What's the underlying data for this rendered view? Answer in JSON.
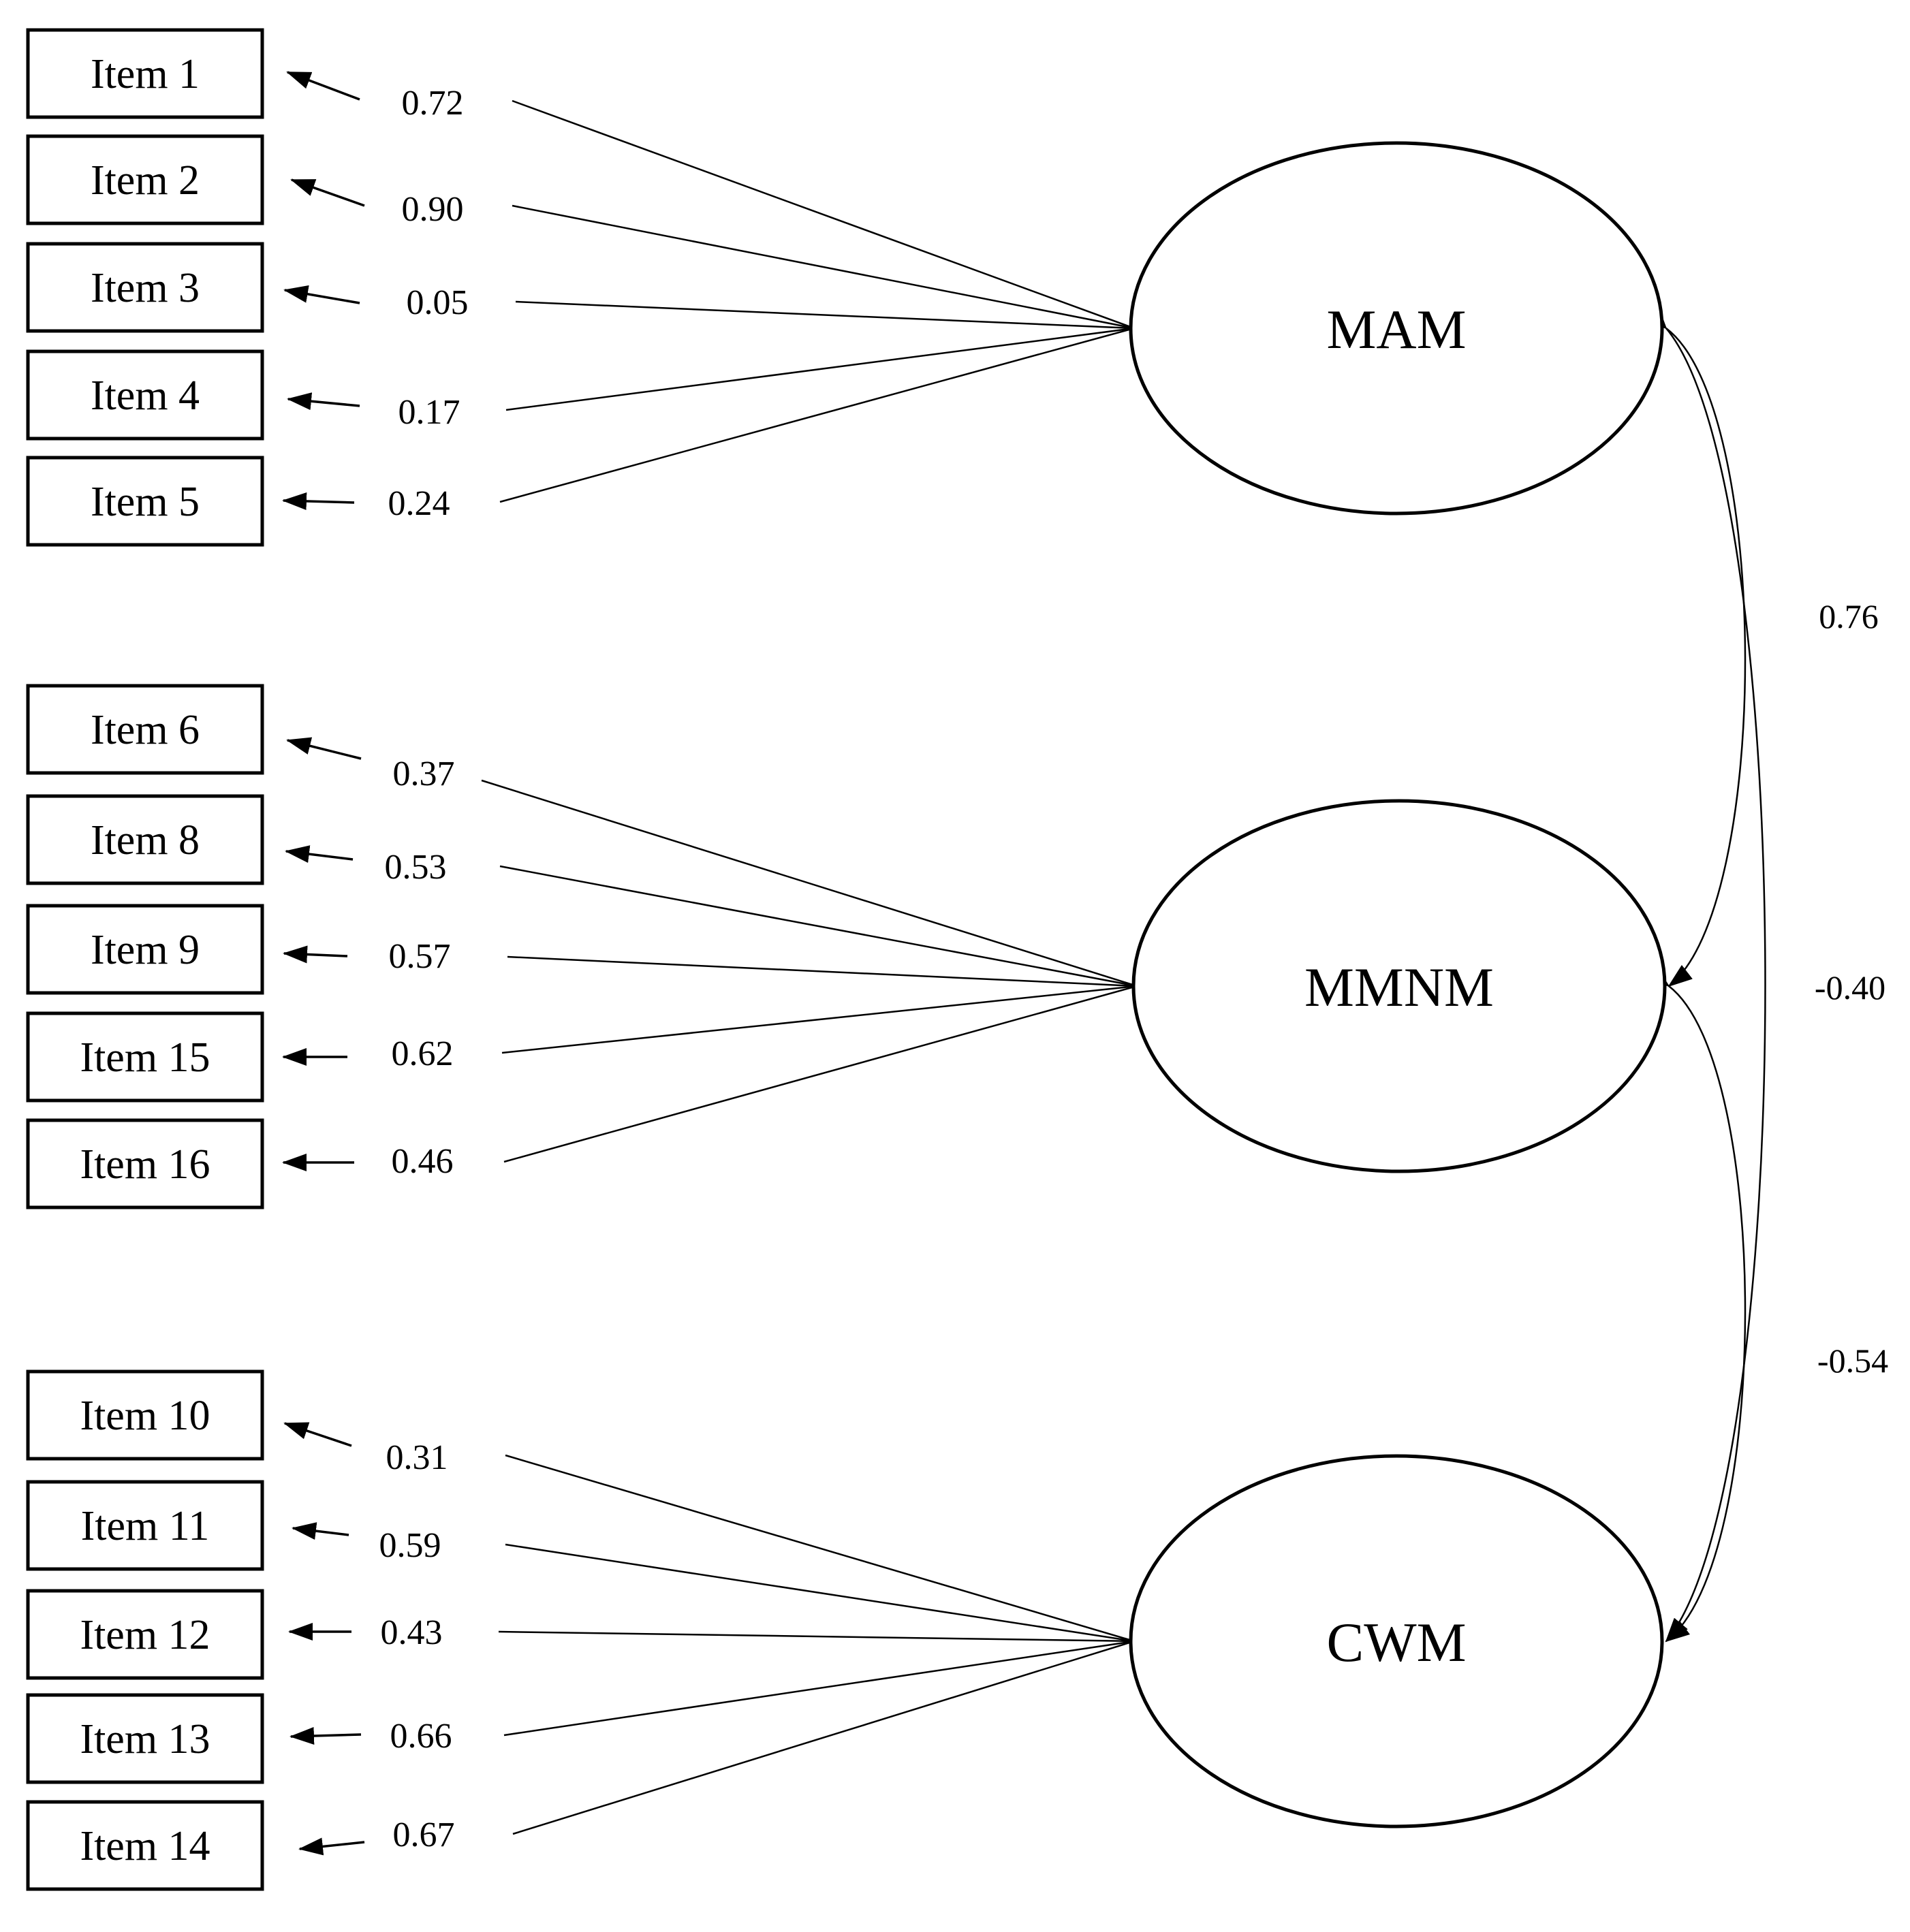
{
  "diagram": {
    "factors": [
      {
        "label": "MAM",
        "items": [
          {
            "label": "Item 1",
            "loading": "0.72"
          },
          {
            "label": "Item 2",
            "loading": "0.90"
          },
          {
            "label": "Item 3",
            "loading": "0.05"
          },
          {
            "label": "Item 4",
            "loading": "0.17"
          },
          {
            "label": "Item 5",
            "loading": "0.24"
          }
        ]
      },
      {
        "label": "MMNM",
        "items": [
          {
            "label": "Item 6",
            "loading": "0.37"
          },
          {
            "label": "Item 8",
            "loading": "0.53"
          },
          {
            "label": "Item 9",
            "loading": "0.57"
          },
          {
            "label": "Item 15",
            "loading": "0.62"
          },
          {
            "label": "Item 16",
            "loading": "0.46"
          }
        ]
      },
      {
        "label": "CWM",
        "items": [
          {
            "label": "Item 10",
            "loading": "0.31"
          },
          {
            "label": "Item 11",
            "loading": "0.59"
          },
          {
            "label": "Item 12",
            "loading": "0.43"
          },
          {
            "label": "Item 13",
            "loading": "0.66"
          },
          {
            "label": "Item 14",
            "loading": "0.67"
          }
        ]
      }
    ],
    "correlations": [
      {
        "from": "MAM",
        "to": "MMNM",
        "value": "0.76"
      },
      {
        "from": "MAM",
        "to": "CWM",
        "value": "-0.40"
      },
      {
        "from": "MMNM",
        "to": "CWM",
        "value": "-0.54"
      }
    ]
  }
}
